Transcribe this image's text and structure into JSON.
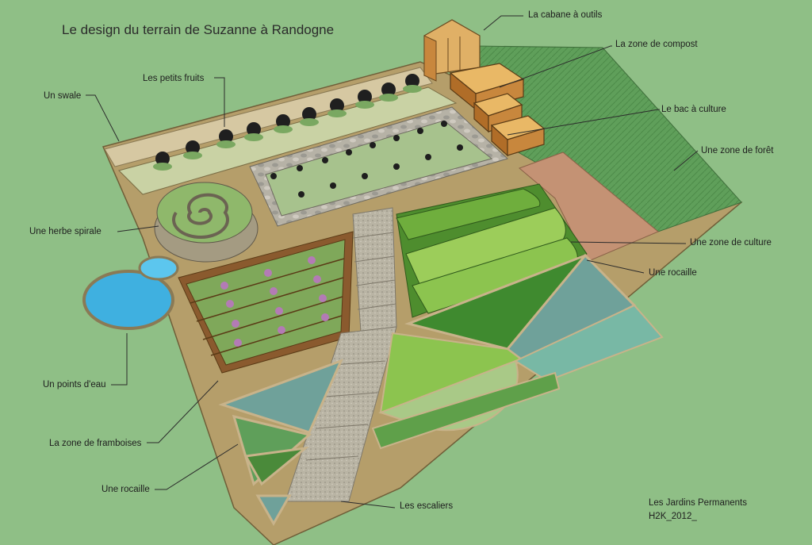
{
  "title": "Le design du terrain de Suzanne à Randogne",
  "labels": {
    "cabane": "La cabane à outils",
    "compost": "La zone de compost",
    "bac": "Le bac à culture",
    "foret": "Une zone de forêt",
    "culture": "Une zone de culture",
    "rocaille_right": "Une rocaille",
    "petits_fruits": "Les petits fruits",
    "swale": "Un swale",
    "herbe": "Une herbe spirale",
    "eau": "Un points d'eau",
    "framboises": "La zone de framboises",
    "rocaille_left": "Une rocaille",
    "escaliers": "Les escaliers"
  },
  "credit": {
    "line1": "Les Jardins Permanents",
    "line2": "H2K_2012_"
  },
  "colors": {
    "background": "#8fbf86",
    "ground": "#b59e6a",
    "forest": "#5f9f5a",
    "wood": "#c8873d",
    "water": "#3fb0e0",
    "culture": "#8cc44f",
    "culture_dark": "#4e8d2e"
  }
}
